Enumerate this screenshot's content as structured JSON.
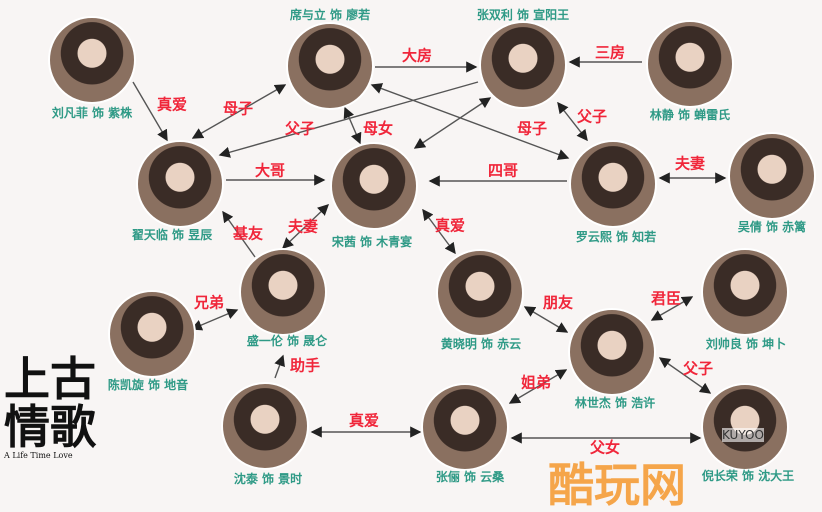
{
  "nodes": [
    {
      "id": "zizhu",
      "label": "刘凡菲 饰 紫株"
    },
    {
      "id": "liaoruo",
      "label": "席与立 饰 廖若"
    },
    {
      "id": "xuanyang",
      "label": "张双利 饰 宣阳王"
    },
    {
      "id": "chanlei",
      "label": "林静 饰 蝉雷氏"
    },
    {
      "id": "yuchen",
      "label": "翟天临 饰 昱辰"
    },
    {
      "id": "muqingyan",
      "label": "宋茜 饰 木青宴"
    },
    {
      "id": "zhiruo",
      "label": "罗云熙 饰 知若"
    },
    {
      "id": "chili",
      "label": "吴倩 饰 赤篱"
    },
    {
      "id": "shenglun",
      "label": "盛一伦 饰 晟仑"
    },
    {
      "id": "diyin",
      "label": "陈凯旋 饰 地音"
    },
    {
      "id": "chiyun",
      "label": "黄晓明 饰 赤云"
    },
    {
      "id": "kunbu",
      "label": "刘帅良 饰 坤卜"
    },
    {
      "id": "haoxu",
      "label": "林世杰 饰 浩许"
    },
    {
      "id": "jingshi",
      "label": "沈泰 饰 景时"
    },
    {
      "id": "yunsang",
      "label": "张俪 饰 云桑"
    },
    {
      "id": "dawang",
      "label": "倪长荣 饰 沈大王"
    }
  ],
  "relations": [
    "真爱",
    "母子",
    "父子",
    "大房",
    "三房",
    "母女",
    "母子",
    "父子",
    "大哥",
    "四哥",
    "夫妻",
    "基友",
    "夫妻",
    "真爱",
    "兄弟",
    "助手",
    "朋友",
    "君臣",
    "姐弟",
    "父子",
    "真爱",
    "父女"
  ],
  "logo": "上古情歌",
  "logo_sub": "A Life Time Love",
  "watermark": "酷玩网",
  "watermark_small": "KUYOO"
}
